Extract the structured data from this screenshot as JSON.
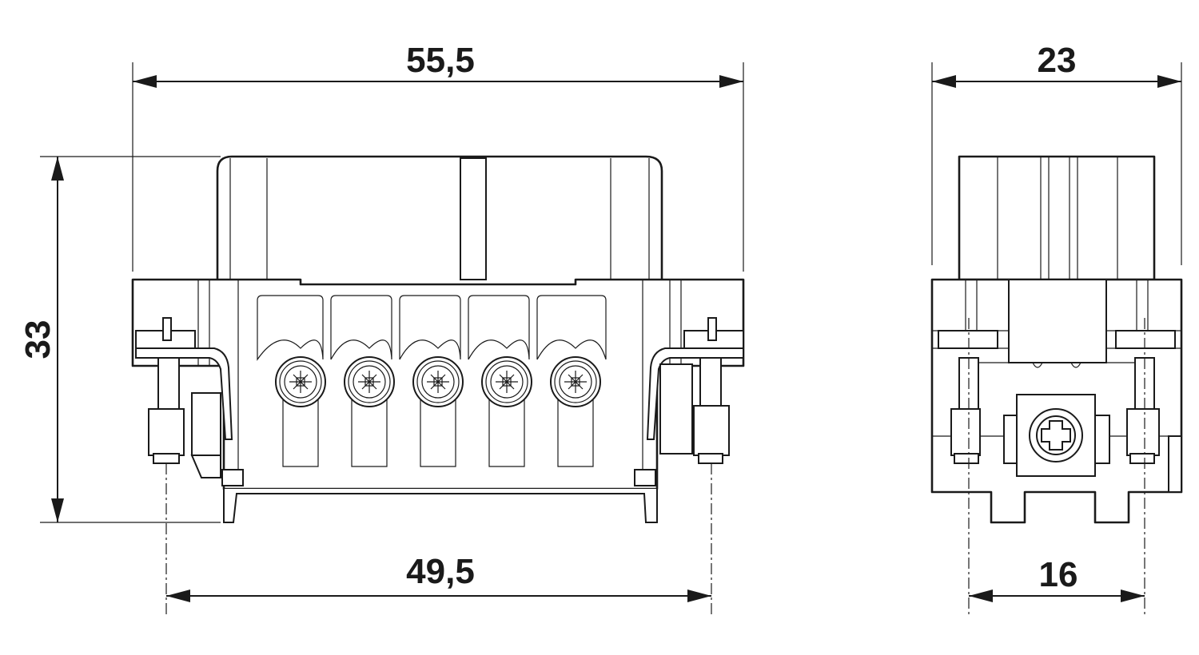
{
  "drawing": {
    "front_view": {
      "overall_width": "55,5",
      "height": "33",
      "mounting_distance": "49,5",
      "terminal_count": 5
    },
    "side_view": {
      "overall_depth": "23",
      "mounting_distance": "16"
    }
  },
  "icons": {
    "arrow": "dimension-arrow-icon",
    "screw": "terminal-screw-icon"
  },
  "colors": {
    "line": "#1a1a1a",
    "background": "#ffffff"
  }
}
